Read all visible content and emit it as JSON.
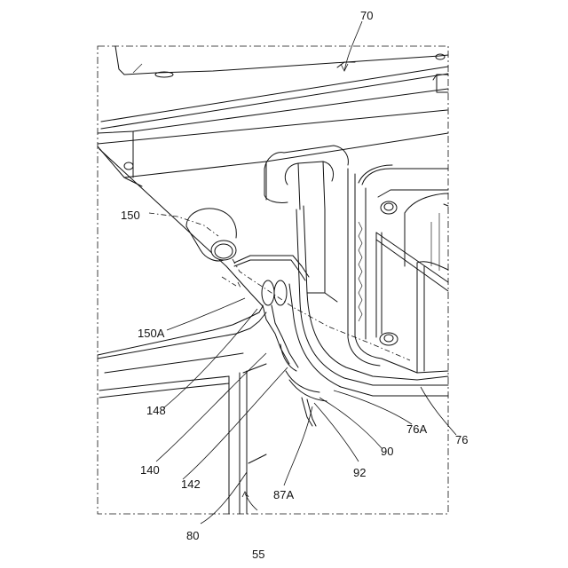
{
  "figure": {
    "reference_numerals": {
      "r70": "70",
      "r150": "150",
      "r150a": "150A",
      "r148": "148",
      "r140": "140",
      "r142": "142",
      "r80": "80",
      "r55": "55",
      "r87a": "87A",
      "r92": "92",
      "r90": "90",
      "r76a": "76A",
      "r76": "76"
    }
  }
}
